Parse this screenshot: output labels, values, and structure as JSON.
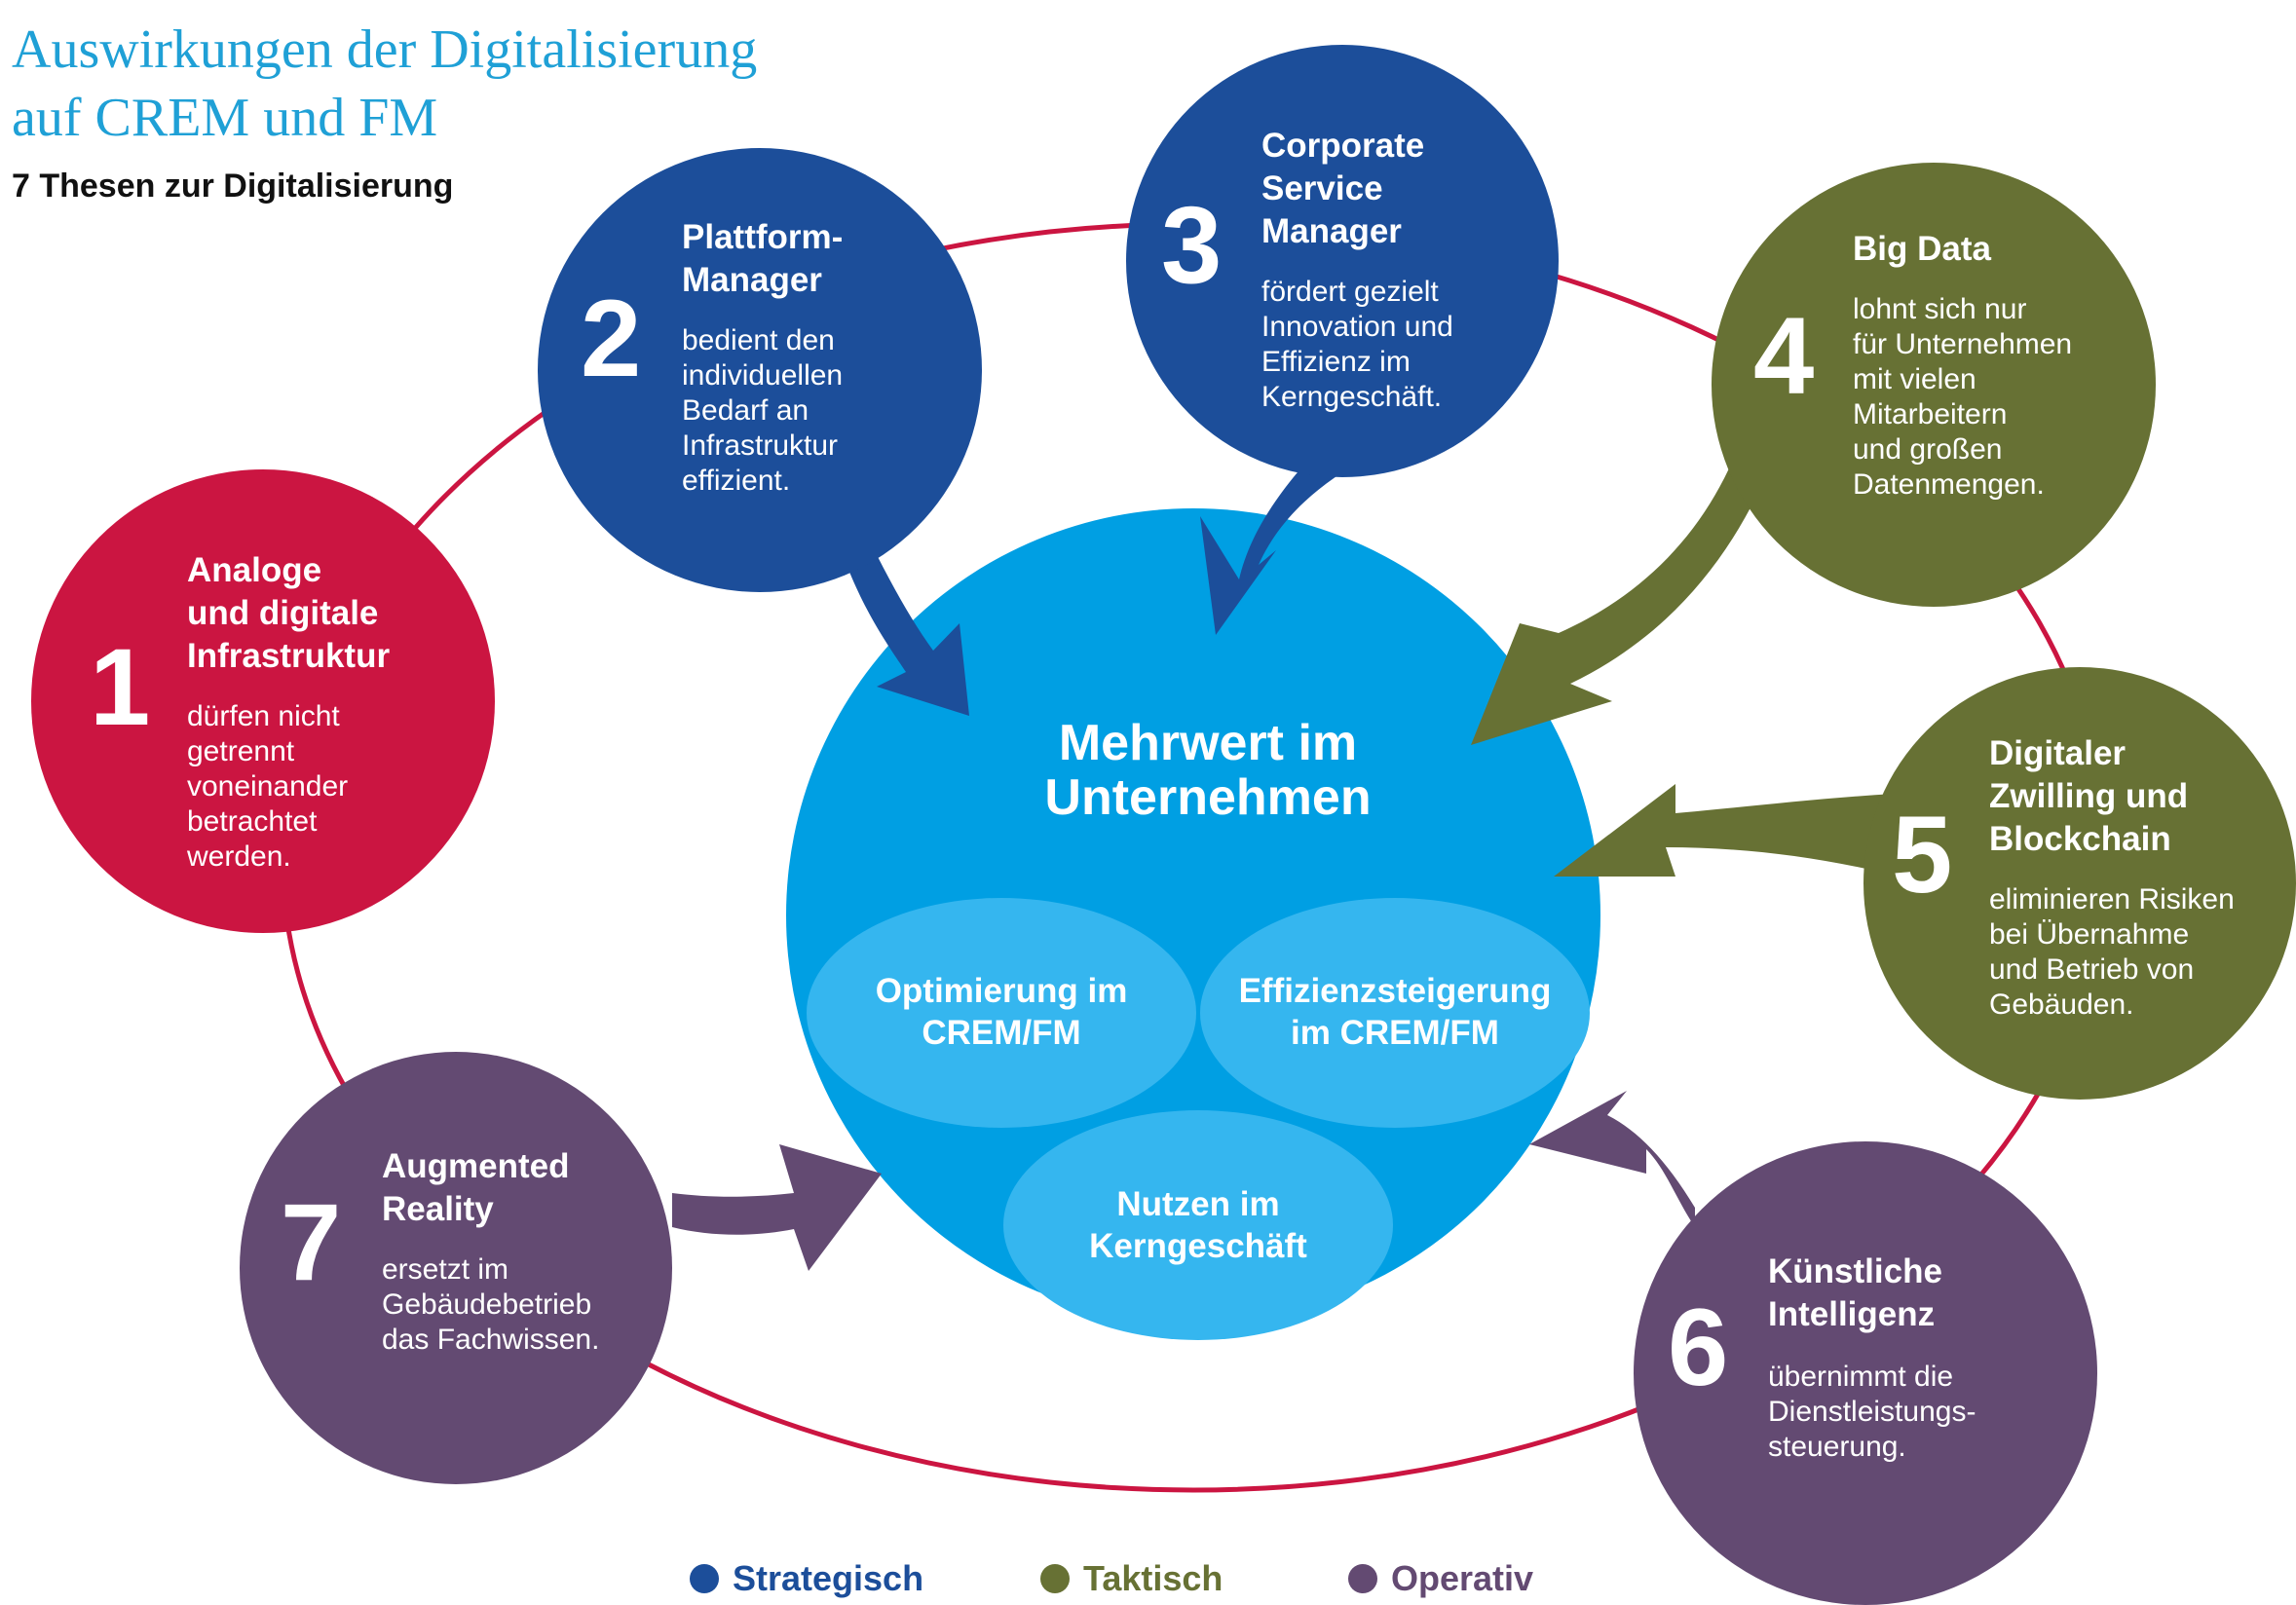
{
  "header": {
    "title_line1": "Auswirkungen der Digitalisierung",
    "title_line2": "auf CREM und FM",
    "subtitle": "7 Thesen zur Digitalisierung"
  },
  "colors": {
    "strategic": "#1c4e9a",
    "tactical": "#677134",
    "operative": "#634a72",
    "red": "#cb1541",
    "center": "#009fe3",
    "sub_ellipse": "#35b6ef",
    "ring": "#cb1541",
    "title": "#1fa0d6"
  },
  "center": {
    "title_line1": "Mehrwert im",
    "title_line2": "Unternehmen",
    "parts": [
      {
        "line1": "Optimierung im",
        "line2": "CREM/FM"
      },
      {
        "line1": "Effizienzsteigerung",
        "line2": "im CREM/FM"
      },
      {
        "line1": "Nutzen im",
        "line2": "Kerngeschäft"
      }
    ]
  },
  "theses": [
    {
      "number": "1",
      "category": "red",
      "title": [
        "Analoge",
        "und digitale",
        "Infrastruktur"
      ],
      "text": [
        "dürfen nicht",
        "getrennt",
        "voneinander",
        "betrachtet",
        "werden."
      ]
    },
    {
      "number": "2",
      "category": "strategic",
      "title": [
        "Plattform-",
        "Manager"
      ],
      "text": [
        "bedient den",
        "individuellen",
        "Bedarf an",
        "Infrastruktur",
        "effizient."
      ]
    },
    {
      "number": "3",
      "category": "strategic",
      "title": [
        "Corporate",
        "Service",
        "Manager"
      ],
      "text": [
        "fördert gezielt",
        "Innovation und",
        "Effizienz im",
        "Kerngeschäft."
      ]
    },
    {
      "number": "4",
      "category": "tactical",
      "title": [
        "Big Data"
      ],
      "text": [
        "lohnt sich nur",
        "für Unternehmen",
        "mit vielen",
        "Mitarbeitern",
        "und großen",
        "Datenmengen."
      ]
    },
    {
      "number": "5",
      "category": "tactical",
      "title": [
        "Digitaler",
        "Zwilling und",
        "Blockchain"
      ],
      "text": [
        "eliminieren Risiken",
        "bei Übernahme",
        "und Betrieb von",
        "Gebäuden."
      ]
    },
    {
      "number": "6",
      "category": "operative",
      "title": [
        "Künstliche",
        "Intelligenz"
      ],
      "text": [
        "übernimmt die",
        "Dienstleistungs-",
        "steuerung."
      ]
    },
    {
      "number": "7",
      "category": "operative",
      "title": [
        "Augmented",
        "Reality"
      ],
      "text": [
        "ersetzt im",
        "Gebäudebetrieb",
        "das Fachwissen."
      ]
    }
  ],
  "legend": [
    {
      "label": "Strategisch",
      "color": "#1c4e9a"
    },
    {
      "label": "Taktisch",
      "color": "#677134"
    },
    {
      "label": "Operativ",
      "color": "#634a72"
    }
  ]
}
